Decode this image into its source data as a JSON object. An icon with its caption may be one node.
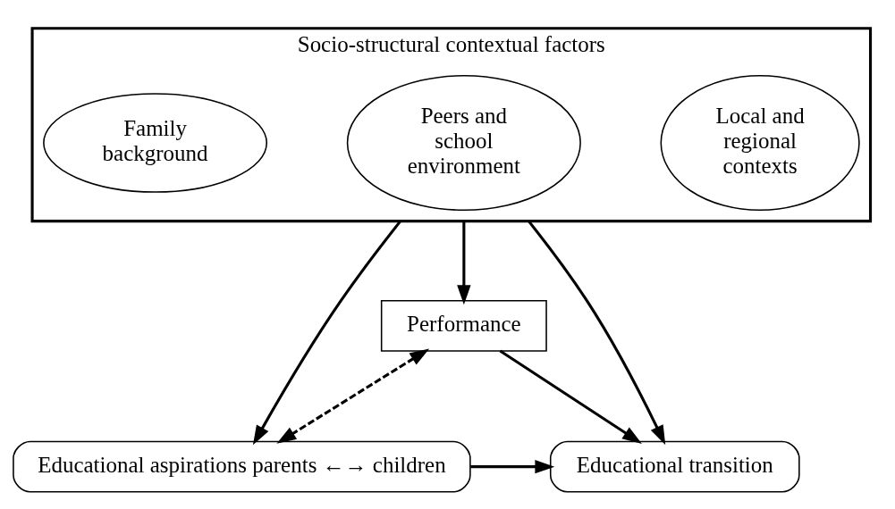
{
  "diagram": {
    "nodes": [
      {
        "text": [
          "Socio-structural contextual factors"
        ]
      },
      {
        "text": [
          "Local and regional contexts"
        ],
        "in": 0
      },
      {
        "text": [
          "Peers and school environment"
        ],
        "in": 0
      },
      {
        "text": [
          "Family background"
        ],
        "in": 0
      },
      {
        "text": [
          "Performance"
        ]
      },
      {
        "text": [
          "Educational aspirations parents ←→ children"
        ]
      },
      {
        "text": [
          "Educational transition"
        ]
      }
    ],
    "edges": [
      {
        "from": 0,
        "to": 5,
        "arrow": "to"
      },
      {
        "from": 0,
        "to": 4,
        "arrow": "to"
      },
      {
        "from": 0,
        "to": 6,
        "arrow": "to"
      },
      {
        "from": 4,
        "to": 5,
        "arrow": "both",
        "style": "dashed"
      },
      {
        "from": 4,
        "to": 6,
        "arrow": "to"
      },
      {
        "from": 5,
        "to": 6,
        "arrow": "to"
      }
    ]
  }
}
